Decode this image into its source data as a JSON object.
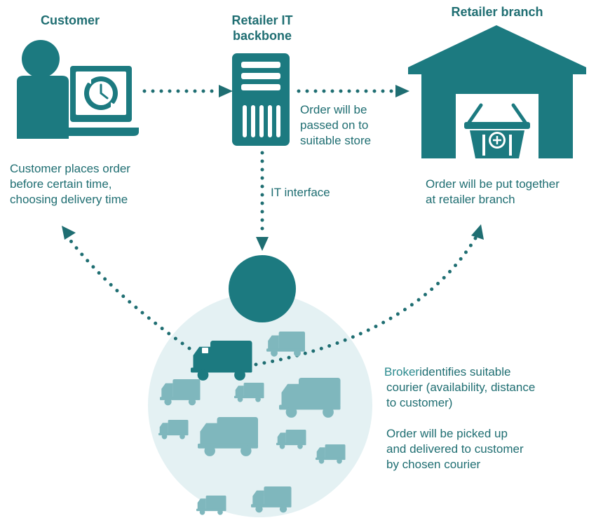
{
  "colors": {
    "primary": "#1c7a80",
    "dots": "#1f6e72",
    "truck": "#7fb7bd",
    "pool": "#e4f1f3",
    "text": "#1f6e72"
  },
  "nodes": {
    "customer": {
      "title": "Customer",
      "caption": [
        "Customer places order",
        "before certain time,",
        "choosing delivery time"
      ],
      "icon": "customer-at-laptop-with-clock-icon"
    },
    "backbone": {
      "title_lines": [
        "Retailer IT",
        "backbone"
      ],
      "icon": "server-icon"
    },
    "branch": {
      "title": "Retailer branch",
      "caption": [
        "Order will be put together",
        "at retailer branch"
      ],
      "icon": "warehouse-with-basket-icon"
    },
    "broker": {
      "icon": "broker-circle-icon",
      "pool_icon": "courier-trucks-pool-icon"
    }
  },
  "labels": {
    "order_passed": [
      "Order will be",
      "passed on to",
      "suitable store"
    ],
    "it_interface": "IT interface"
  },
  "broker_text": {
    "word": "Broker",
    "line1_rest": "identifies suitable",
    "lines": [
      "courier (availability, distance",
      "to customer)"
    ],
    "pickup": [
      "Order will be picked up",
      "and delivered to customer",
      "by chosen courier"
    ]
  }
}
